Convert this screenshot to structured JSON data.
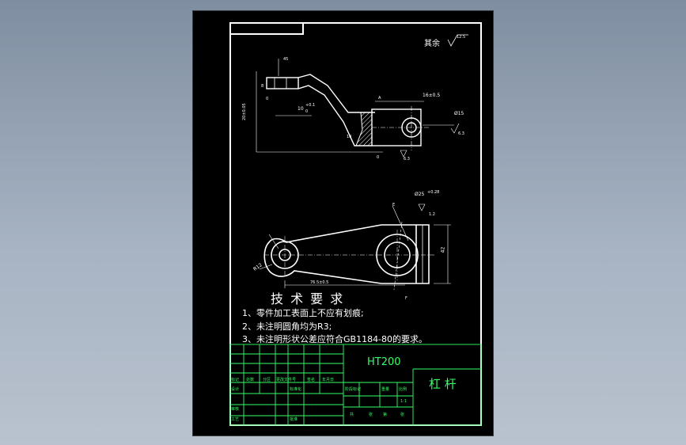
{
  "colors": {
    "background": "#8e9bad",
    "sheet": "#000000",
    "line": "#ffffff",
    "title_block": "#33ff66",
    "hatch": "#ffffff"
  },
  "surface_note": {
    "label": "其余",
    "value": "12.5"
  },
  "dimensions": {
    "top_a": "45",
    "top_b": "8",
    "top_c": "0",
    "height_left": "20±0.05",
    "slot": "10",
    "slot_tol_upper": "+0.1",
    "slot_tol_lower": "0",
    "width_right": "16±0.5",
    "dia_boss": "Ø15",
    "roughness_boss": "6.3",
    "bottom_a": "10",
    "bottom_b": "0",
    "bottom_c": "6.3",
    "sec_a": "A",
    "plan_dia": "Ø25",
    "plan_dia_tol": "+0.28",
    "plan_flat": "1.2",
    "plan_e": "E",
    "plan_f": "F",
    "plan_r": "R12",
    "plan_height": "42",
    "plan_length": "76.5±0.5"
  },
  "tech_requirements": {
    "title": "技 术 要 求",
    "items": [
      "1、零件加工表面上不应有划痕;",
      "2、未注明圆角均为R3;",
      "3、未注明形状公差应符合GB1184-80的要求。"
    ]
  },
  "title_block": {
    "material": "HT200",
    "part_name": "杠 杆",
    "header_cells": [
      "标记",
      "处数",
      "分区",
      "更改文件号",
      "签名",
      "年月日"
    ],
    "role_cells": [
      "设计",
      "标准化",
      "审核",
      "工艺",
      "批准"
    ],
    "right_cells": [
      "阶段标记",
      "重量",
      "比例"
    ],
    "scale": "1:1",
    "sheet_cells": [
      "共",
      "张",
      "第",
      "张"
    ]
  }
}
